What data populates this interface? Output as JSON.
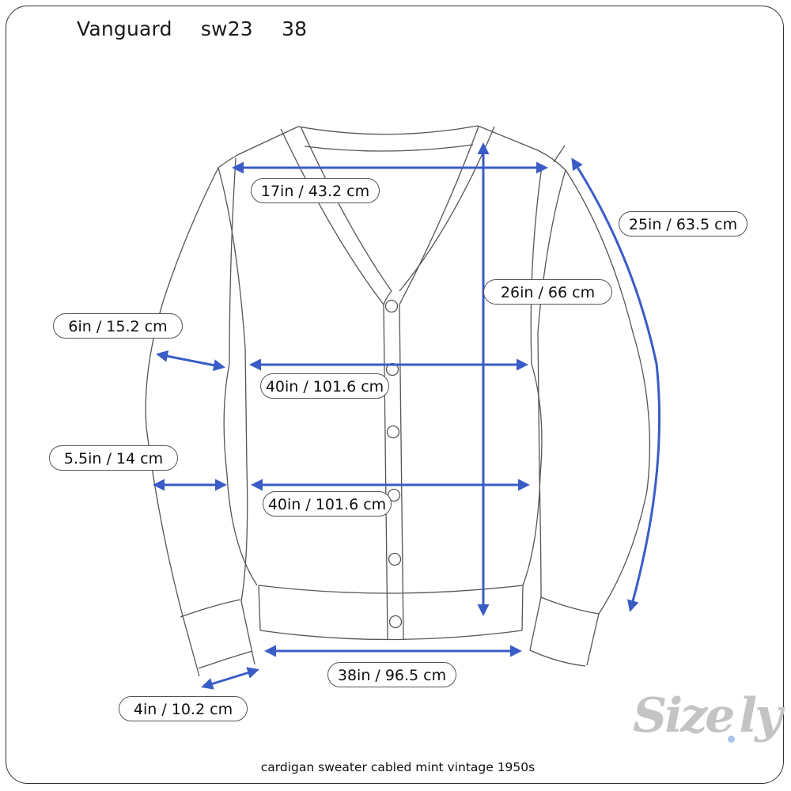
{
  "header": {
    "brand": "Vanguard",
    "style_code": "sw23",
    "size": "38"
  },
  "measurements": {
    "shoulder": "17in / 43.2 cm",
    "sleeve_length": "25in / 63.5 cm",
    "body_length": "26in / 66 cm",
    "bicep": "6in / 15.2 cm",
    "chest": "40in / 101.6 cm",
    "forearm": "5.5in / 14 cm",
    "waist": "40in / 101.6 cm",
    "hem": "38in / 96.5 cm",
    "cuff": "4in / 10.2 cm"
  },
  "caption": "cardigan sweater cabled mint vintage 1950s",
  "logo": {
    "text": "Size.ly",
    "letters": "Size",
    "suffix": "ly"
  },
  "colors": {
    "arrow": "#3a5cc7",
    "outline": "#555555",
    "logo": "#c4c4c4",
    "logo_dot": "#a9c4ec"
  },
  "icons": {
    "button_count": 6,
    "arrow_style": "double-headed"
  }
}
